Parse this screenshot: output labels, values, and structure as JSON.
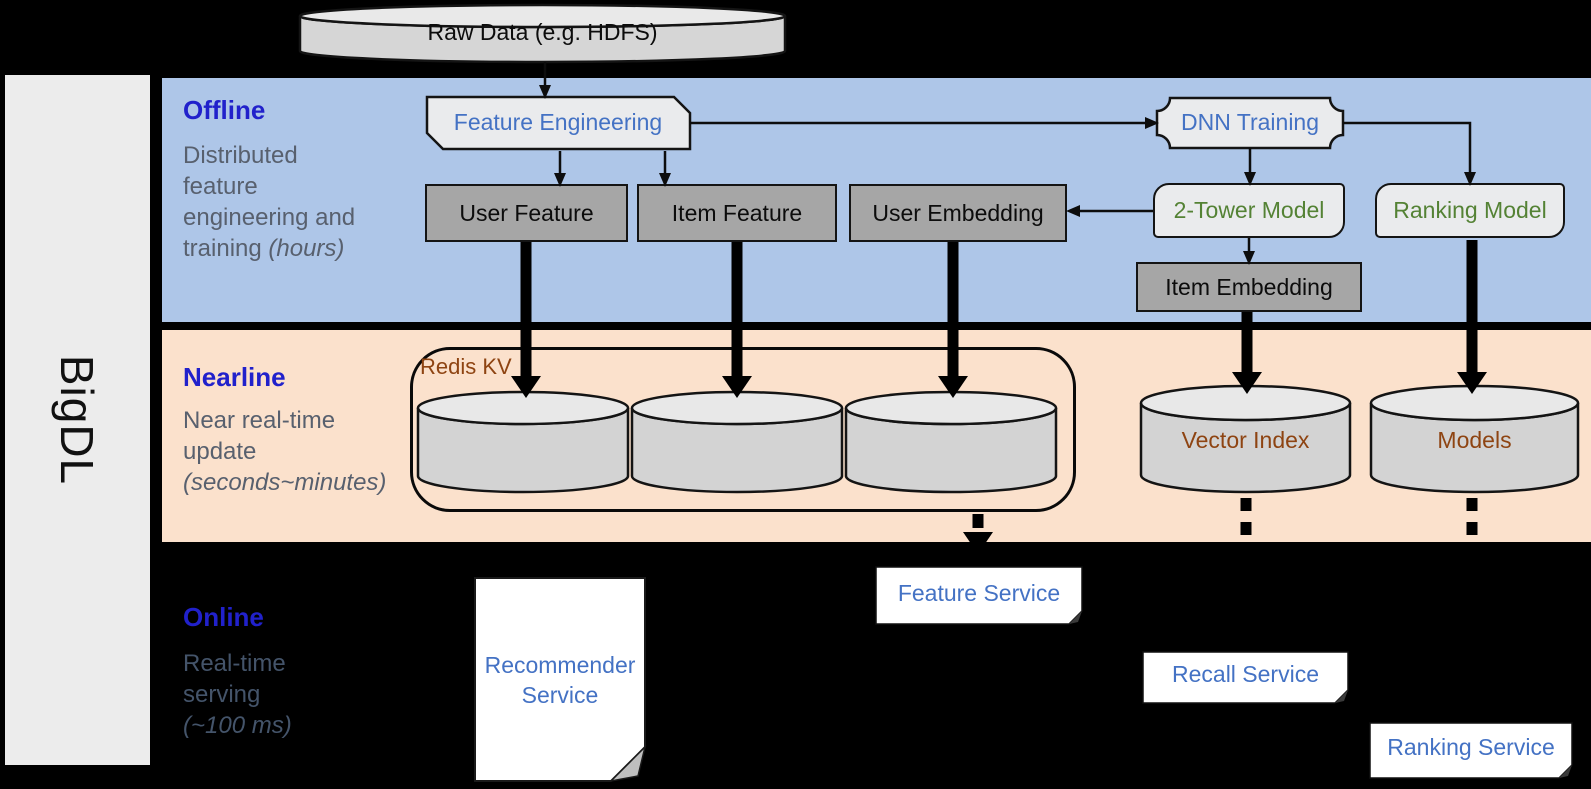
{
  "sidebar": {
    "label": "BigDL"
  },
  "top": {
    "raw_data": "Raw Data (e.g. HDFS)"
  },
  "bands": {
    "offline": {
      "title": "Offline",
      "description": "Distributed feature engineering and training ",
      "description_note": "(hours)"
    },
    "nearline": {
      "title": "Nearline",
      "description": "Near real-time update ",
      "description_note": "(seconds~minutes)"
    },
    "online": {
      "title": "Online",
      "description": "Real-time serving ",
      "description_note": "(~100 ms)"
    }
  },
  "nodes": {
    "feature_engineering": "Feature Engineering",
    "dnn_training": "DNN Training",
    "user_feature": "User Feature",
    "item_feature": "Item Feature",
    "user_embedding": "User Embedding",
    "two_tower_model": "2-Tower Model",
    "ranking_model": "Ranking Model",
    "item_embedding": "Item Embedding",
    "redis_kv": "Redis KV",
    "vector_index": "Vector Index",
    "models": "Models",
    "recommender_service": "Recommender Service",
    "feature_service": "Feature Service",
    "recall_service": "Recall Service",
    "ranking_service": "Ranking Service"
  },
  "colors": {
    "band_offline_bg": "#aec6e8",
    "band_nearline_bg": "#fbe1cc",
    "online_bg": "#000000",
    "band_title_blue": "#2121cb",
    "node_text_blue": "#4472c4",
    "node_text_green": "#548235",
    "node_text_brown": "#8e4412",
    "description_gray": "#58606e",
    "gray_box_fill": "#a6a6a6",
    "light_shape_fill": "#eaebed",
    "cylinder_fill": "#d3d3d3",
    "sidebar_fill": "#ececec"
  }
}
